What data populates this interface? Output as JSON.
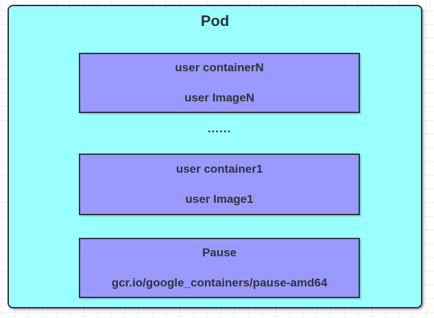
{
  "pod": {
    "title": "Pod",
    "ellipsis": "......",
    "containers": [
      {
        "name": "user containerN",
        "image": "user ImageN"
      },
      {
        "name": "user container1",
        "image": "user Image1"
      },
      {
        "name": "Pause",
        "image": "gcr.io/google_containers/pause-amd64"
      }
    ]
  },
  "colors": {
    "pod_fill": "#99ffff",
    "container_fill": "#9999ff",
    "stroke": "#333333",
    "text": "#333333",
    "canvas_bg": "#ffffff",
    "grid_line": "#ededed"
  }
}
